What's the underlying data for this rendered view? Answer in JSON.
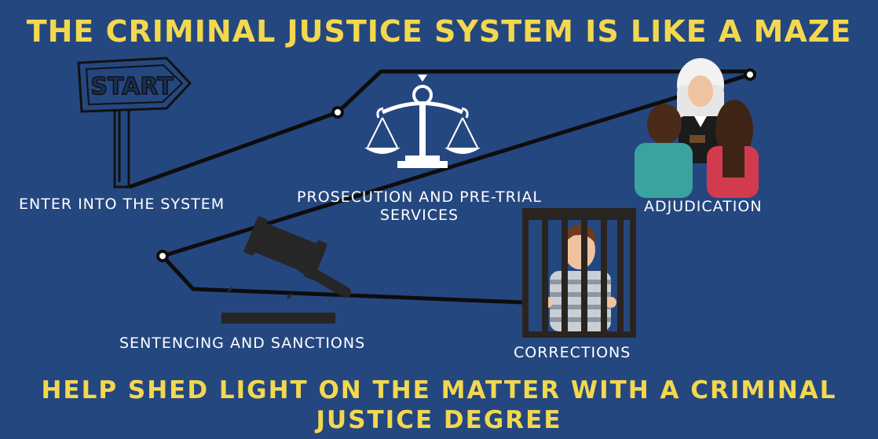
{
  "title": "THE CRIMINAL JUSTICE SYSTEM IS LIKE A MAZE",
  "sign_text": "START",
  "stages": {
    "enter": "ENTER INTO THE SYSTEM",
    "prosecution_line1": "PROSECUTION AND PRE-TRIAL",
    "prosecution_line2": "SERVICES",
    "adjudication": "ADJUDICATION",
    "sentencing": "SENTENCING AND SANCTIONS",
    "corrections": "CORRECTIONS"
  },
  "footer": "HELP SHED LIGHT ON THE MATTER WITH A CRIMINAL JUSTICE DEGREE",
  "colors": {
    "background": "#25477f",
    "title": "#f3d84f",
    "label": "#ffffff",
    "path": "#0d0d0d"
  },
  "icons": [
    "start-sign-icon",
    "scales-of-justice-icon",
    "judge-icon",
    "defendant-icons",
    "gavel-icon",
    "prisoner-behind-bars-icon"
  ]
}
